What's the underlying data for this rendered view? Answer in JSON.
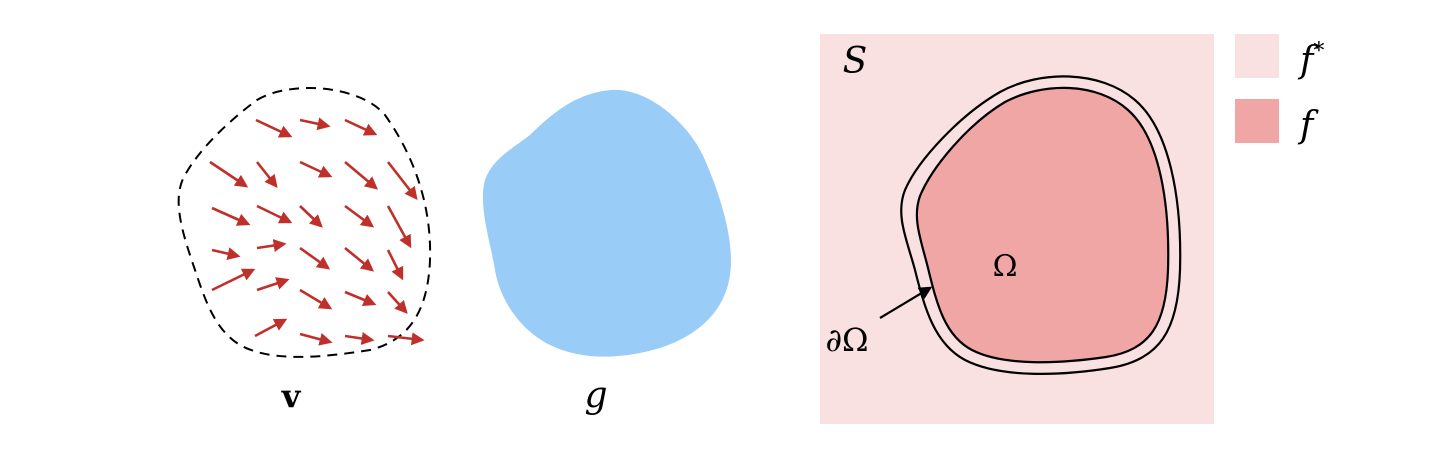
{
  "panel_v": {
    "label": "v"
  },
  "panel_g": {
    "label": "g"
  },
  "panel_s": {
    "region_label": "S",
    "omega_label": "Ω",
    "boundary_label": "∂Ω"
  },
  "legend": {
    "items": [
      {
        "label": "f",
        "superscript": "*",
        "color": "#f9e0e1"
      },
      {
        "label": "f",
        "superscript": "",
        "color": "#f0a6a5"
      }
    ]
  },
  "colors": {
    "arrow": "#c0302a",
    "blob_g": "#99cdf8",
    "region_s": "#f9e0e1",
    "region_omega": "#f0a6a5",
    "outline": "#000000"
  }
}
